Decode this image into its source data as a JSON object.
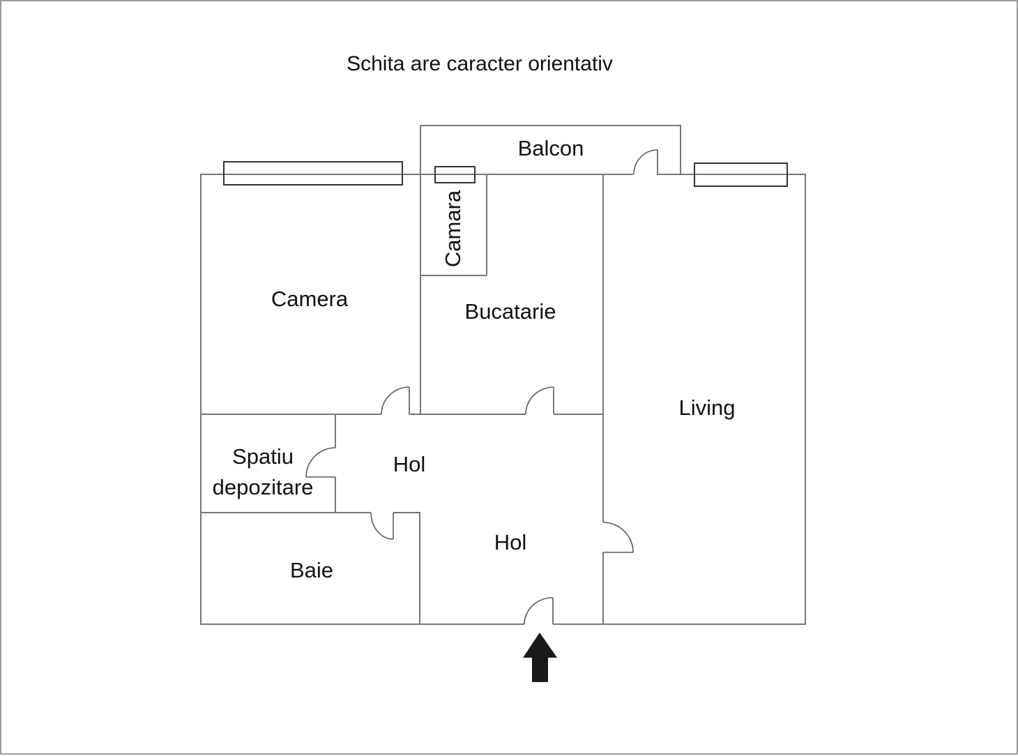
{
  "page": {
    "title": "Schita are caracter orientativ"
  },
  "rooms": {
    "balcon": "Balcon",
    "camara": "Camara",
    "camera": "Camera",
    "bucatarie": "Bucatarie",
    "living": "Living",
    "spatiu_line1": "Spatiu",
    "spatiu_line2": "depozitare",
    "hol_upper": "Hol",
    "hol_lower": "Hol",
    "baie": "Baie"
  },
  "icons": {
    "entrance_arrow": "entrance-direction-arrow"
  },
  "colors": {
    "wall": "#767676",
    "window_frame": "#333333",
    "door": "#5a5a5a",
    "arrow": "#1a1a1a",
    "text": "#111111",
    "page_border": "#9a9a9a",
    "background": "#ffffff"
  }
}
